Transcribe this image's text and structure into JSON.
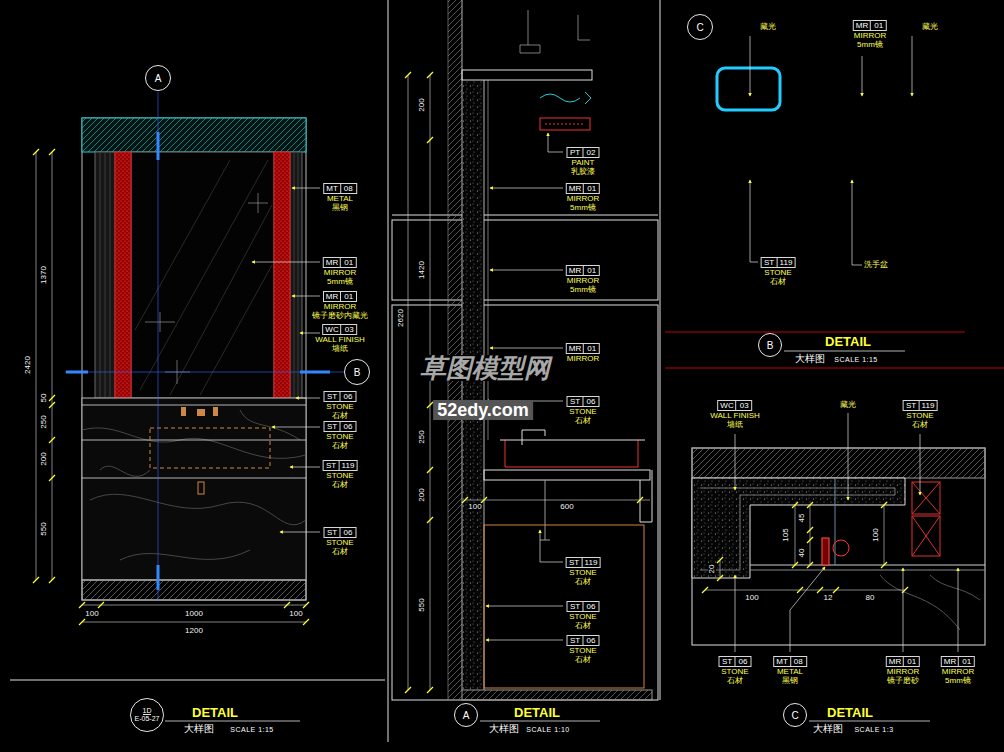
{
  "diagram": {
    "nodes": [
      {
        "text": [
          "A"
        ]
      },
      {
        "text": [
          "MT",
          "08",
          "METAL",
          "黑钢"
        ]
      },
      {
        "text": [
          "MR",
          "01",
          "MIRROR",
          "5mm镜"
        ]
      },
      {
        "text": [
          "MR",
          "01",
          "MIRROR",
          "镜子磨砂内藏光"
        ]
      },
      {
        "text": [
          "WC",
          "03",
          "WALL FINISH",
          "墙纸"
        ]
      },
      {
        "text": [
          "B"
        ]
      },
      {
        "text": [
          "ST",
          "06",
          "STONE",
          "石材"
        ]
      },
      {
        "text": [
          "ST",
          "06",
          "STONE",
          "石材"
        ]
      },
      {
        "text": [
          "ST",
          "119",
          "STONE",
          "石材"
        ]
      },
      {
        "text": [
          "ST",
          "06",
          "STONE",
          "石材"
        ]
      },
      {
        "text": [
          "1D",
          "E-05-27"
        ]
      },
      {
        "text": [
          "PT",
          "02",
          "PAINT",
          "乳胶漆"
        ]
      },
      {
        "text": [
          "MR",
          "01",
          "MIRROR",
          "5mm镜"
        ]
      },
      {
        "text": [
          "MR",
          "01",
          "MIRROR",
          "5mm镜"
        ]
      },
      {
        "text": [
          "MR",
          "01",
          "MIRROR"
        ]
      },
      {
        "text": [
          "ST",
          "06",
          "STONE",
          "石材"
        ]
      },
      {
        "text": [
          "ST",
          "119",
          "STONE",
          "石材"
        ]
      },
      {
        "text": [
          "ST",
          "06",
          "STONE",
          "石材"
        ]
      },
      {
        "text": [
          "ST",
          "06",
          "STONE",
          "石材"
        ]
      },
      {
        "text": [
          "A"
        ]
      },
      {
        "text": [
          "C"
        ]
      },
      {
        "text": [
          "MR",
          "01",
          "MIRROR",
          "5mm镜"
        ]
      },
      {
        "text": [
          "ST",
          "119",
          "STONE",
          "石材"
        ]
      },
      {
        "text": [
          "B"
        ]
      },
      {
        "text": [
          "WC",
          "03",
          "WALL FINISH",
          "墙纸"
        ]
      },
      {
        "text": [
          "ST",
          "119",
          "STONE",
          "石材"
        ]
      },
      {
        "text": [
          "ST",
          "06",
          "STONE",
          "石材"
        ]
      },
      {
        "text": [
          "MT",
          "08",
          "METAL",
          "黑钢"
        ]
      },
      {
        "text": [
          "MR",
          "01",
          "MIRROR",
          "镜子磨砂"
        ]
      },
      {
        "text": [
          "MR",
          "01",
          "MIRROR",
          "5mm镜"
        ]
      },
      {
        "text": [
          "C"
        ]
      }
    ],
    "labels": [
      "1370",
      "2420",
      "50",
      "250",
      "200",
      "550",
      "100",
      "1000",
      "100",
      "1200",
      "DETAIL",
      "大样图",
      "SCALE 1:15",
      "200",
      "1420",
      "2620",
      "250",
      "200",
      "550",
      "100",
      "600",
      "草图模型网",
      "52edy.com",
      "DETAIL",
      "大样图",
      "SCALE 1:10",
      "藏光",
      "藏光",
      "洗手盆",
      "DETAIL",
      "大样图",
      "SCALE 1:15",
      "藏光",
      "45",
      "105",
      "40",
      "100",
      "20",
      "100",
      "12",
      "80",
      "DETAIL",
      "大样图",
      "SCALE 1:3"
    ]
  }
}
